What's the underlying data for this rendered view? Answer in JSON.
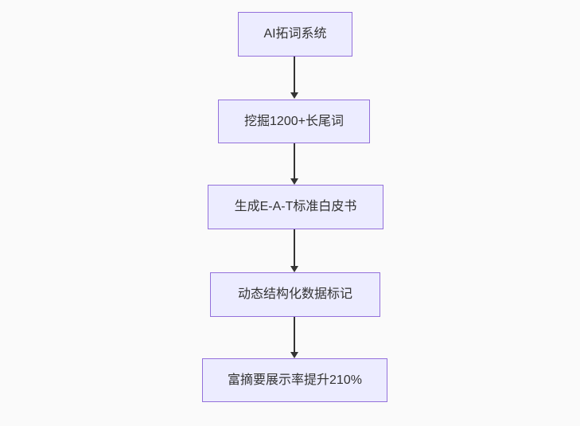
{
  "flowchart": {
    "type": "flowchart-top-down",
    "background_color": "#fafafa",
    "node_fill_color": "#ECECFF",
    "node_border_color": "#9370DB",
    "arrow_color": "#333333",
    "text_color": "#333333",
    "nodes": [
      {
        "id": "A",
        "label": "AI拓词系统"
      },
      {
        "id": "B",
        "label": "挖掘1200+长尾词"
      },
      {
        "id": "C",
        "label": "生成E-A-T标准白皮书"
      },
      {
        "id": "D",
        "label": "动态结构化数据标记"
      },
      {
        "id": "E",
        "label": "富摘要展示率提升210%"
      }
    ],
    "edges": [
      {
        "from": "A",
        "to": "B"
      },
      {
        "from": "B",
        "to": "C"
      },
      {
        "from": "C",
        "to": "D"
      },
      {
        "from": "D",
        "to": "E"
      }
    ]
  }
}
